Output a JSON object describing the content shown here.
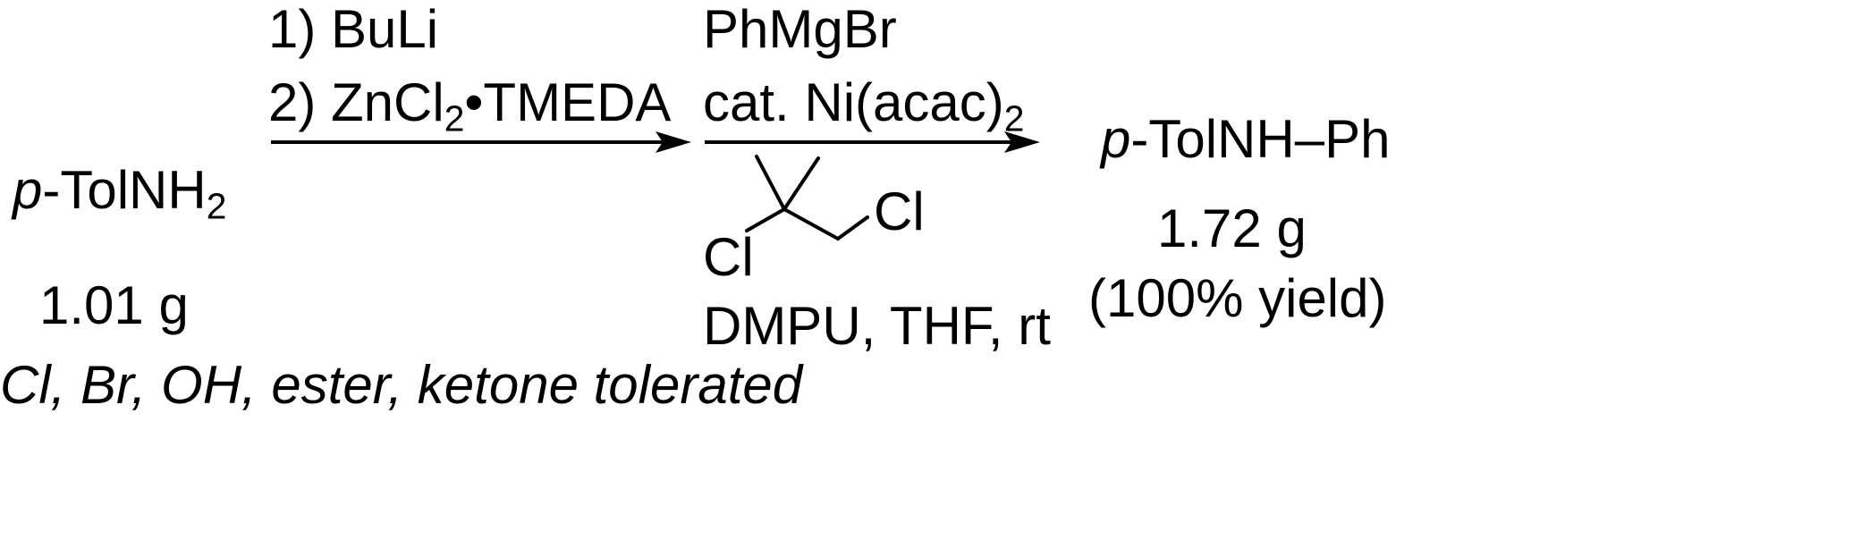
{
  "scheme": {
    "starting_material": {
      "prefix": "p",
      "main": "-TolNH",
      "sub": "2",
      "mass": "1.01 g"
    },
    "step1": {
      "line1": "1) BuLi",
      "line2_main": "2) ZnCl",
      "line2_sub": "2",
      "line2_rest": "•TMEDA"
    },
    "step2": {
      "reagent": "PhMgBr",
      "catalyst_main": "cat. Ni(acac)",
      "catalyst_sub": "2",
      "oxidant_cl_right": "Cl",
      "oxidant_cl_left": "Cl",
      "conditions": "DMPU, THF, rt"
    },
    "product": {
      "prefix": "p",
      "main": "-TolNH–Ph",
      "mass": "1.72 g",
      "yield": "(100% yield)"
    },
    "footnote": "Cl, Br, OH, ester, ketone tolerated"
  }
}
